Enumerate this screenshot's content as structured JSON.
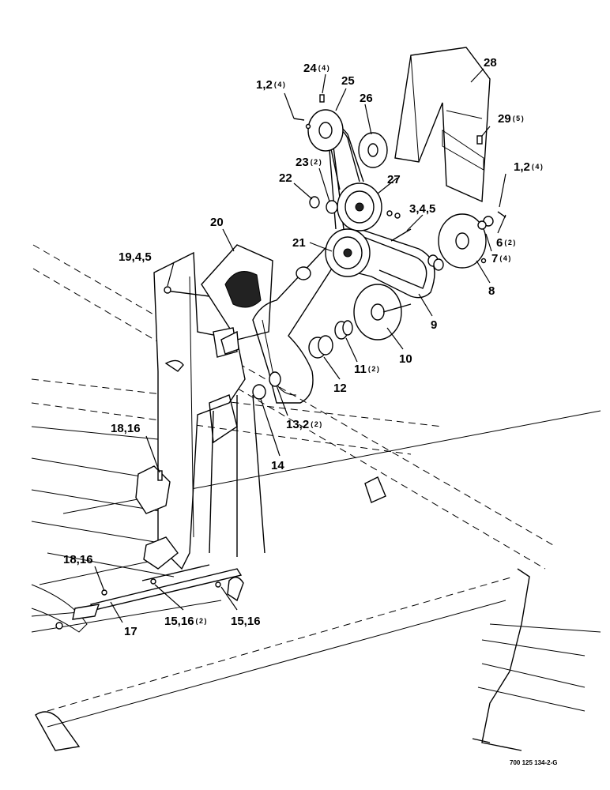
{
  "callouts": [
    {
      "id": "c28",
      "num": "28",
      "qty": ""
    },
    {
      "id": "c24",
      "num": "24",
      "qty": "(4)"
    },
    {
      "id": "c25",
      "num": "25",
      "qty": ""
    },
    {
      "id": "c12a",
      "num": "1,2",
      "qty": "(4)"
    },
    {
      "id": "c26",
      "num": "26",
      "qty": ""
    },
    {
      "id": "c29",
      "num": "29",
      "qty": "(5)"
    },
    {
      "id": "c23",
      "num": "23",
      "qty": "(2)"
    },
    {
      "id": "c22",
      "num": "22",
      "qty": ""
    },
    {
      "id": "c27",
      "num": "27",
      "qty": ""
    },
    {
      "id": "c12b",
      "num": "1,2",
      "qty": "(4)"
    },
    {
      "id": "c345",
      "num": "3,4,5",
      "qty": ""
    },
    {
      "id": "c20",
      "num": "20",
      "qty": ""
    },
    {
      "id": "c6",
      "num": "6",
      "qty": "(2)"
    },
    {
      "id": "c21",
      "num": "21",
      "qty": ""
    },
    {
      "id": "c1945",
      "num": "19,4,5",
      "qty": ""
    },
    {
      "id": "c7",
      "num": "7",
      "qty": "(4)"
    },
    {
      "id": "c8",
      "num": "8",
      "qty": ""
    },
    {
      "id": "c9",
      "num": "9",
      "qty": ""
    },
    {
      "id": "c10",
      "num": "10",
      "qty": ""
    },
    {
      "id": "c11",
      "num": "11",
      "qty": "(2)"
    },
    {
      "id": "c12",
      "num": "12",
      "qty": ""
    },
    {
      "id": "c132",
      "num": "13,2",
      "qty": "(2)"
    },
    {
      "id": "c14",
      "num": "14",
      "qty": ""
    },
    {
      "id": "c1816a",
      "num": "18,16",
      "qty": ""
    },
    {
      "id": "c1816b",
      "num": "18,16",
      "qty": ""
    },
    {
      "id": "c17",
      "num": "17",
      "qty": ""
    },
    {
      "id": "c1516a",
      "num": "15,16",
      "qty": "(2)"
    },
    {
      "id": "c1516b",
      "num": "15,16",
      "qty": ""
    }
  ],
  "drawing_code": "700 125 134-2-G"
}
